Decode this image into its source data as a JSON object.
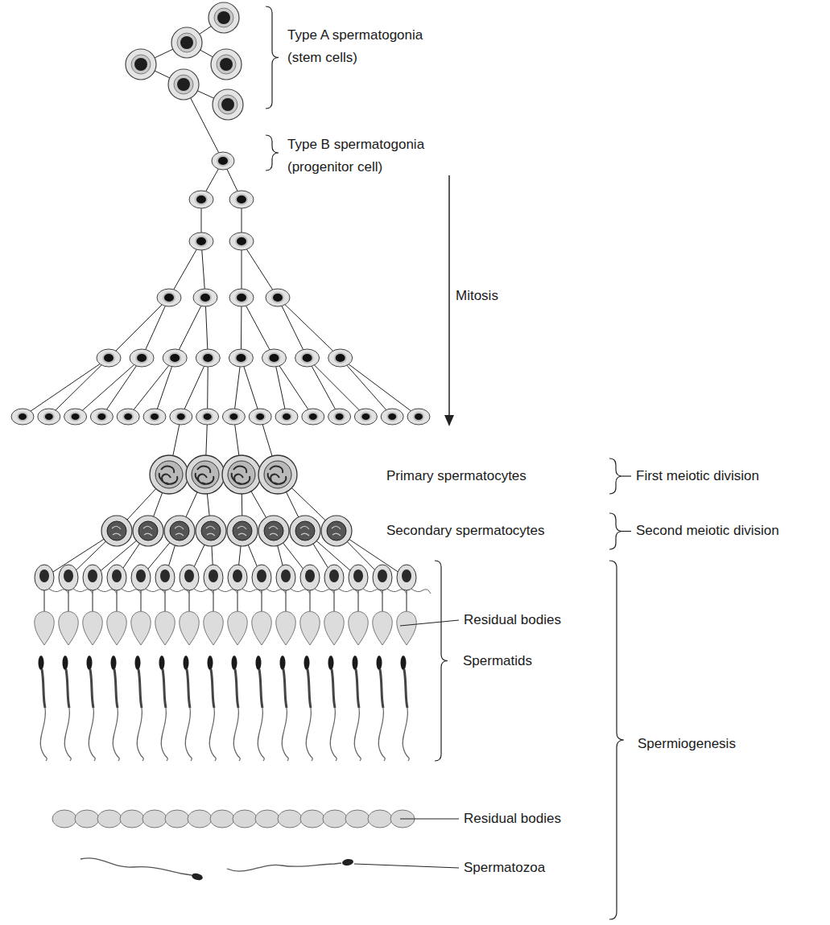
{
  "diagram": {
    "labels": [
      "Type A spermatogonia (stem cells)",
      "Type B spermatogonia (progenitor cell)",
      "Mitosis",
      "Primary spermatocytes",
      "First meiotic division",
      "Secondary spermatocytes",
      "Second meiotic division",
      "Residual bodies",
      "Spermatids",
      "Residual bodies",
      "Spermiogenesis",
      "Spermatozoa"
    ]
  }
}
